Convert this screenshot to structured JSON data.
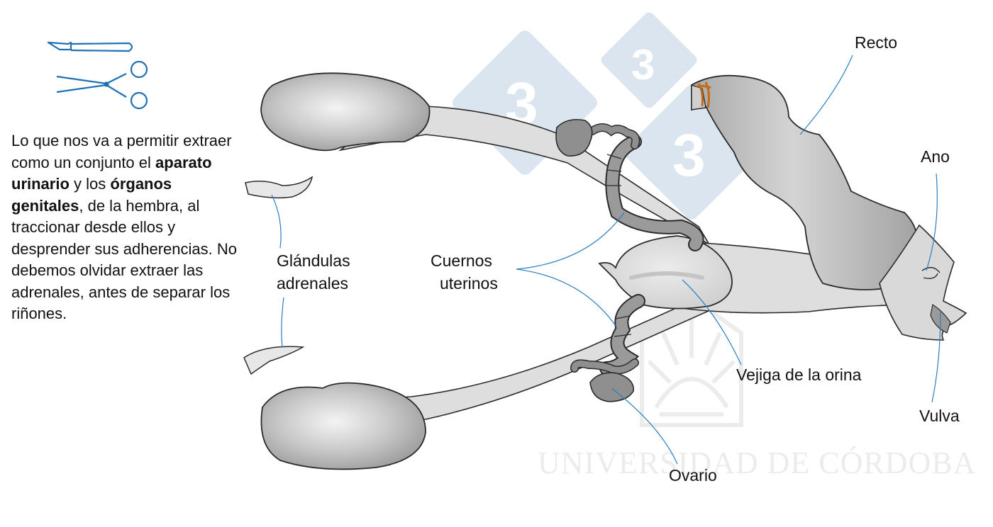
{
  "description": {
    "t1": "Lo que nos va a permitir extraer como un conjunto el ",
    "b1": "aparato urinario",
    "t2": " y los ",
    "b2": "órganos genitales",
    "t3": ", de la hembra, al traccionar desde ellos y desprender sus adherencias. No debemos olvidar extraer las adrenales, antes de separar los riñones."
  },
  "labels": {
    "recto": "Recto",
    "ano": "Ano",
    "glandulas_1": "Glándulas",
    "glandulas_2": "adrenales",
    "cuernos_1": "Cuernos",
    "cuernos_2": "uterinos",
    "vejiga": "Vejiga de la orina",
    "vulva": "Vulva",
    "ovario": "Ovario"
  },
  "watermark": {
    "digit_1": "3",
    "digit_2": "3",
    "digit_3": "3",
    "institution": "UNIVERSIDAD DE CÓRDOBA"
  },
  "icons": [
    "scalpel-icon",
    "scissors-icon"
  ],
  "colors": {
    "instrument_blue": "#1f6fb2",
    "leader_line": "#2a7fc0",
    "organ_gray": "#b5b5b5",
    "tissue_light": "#dedede",
    "outline": "#2b2b2b",
    "ligature": "#c46a1c",
    "watermark_diamond": "#dbe5ef"
  }
}
